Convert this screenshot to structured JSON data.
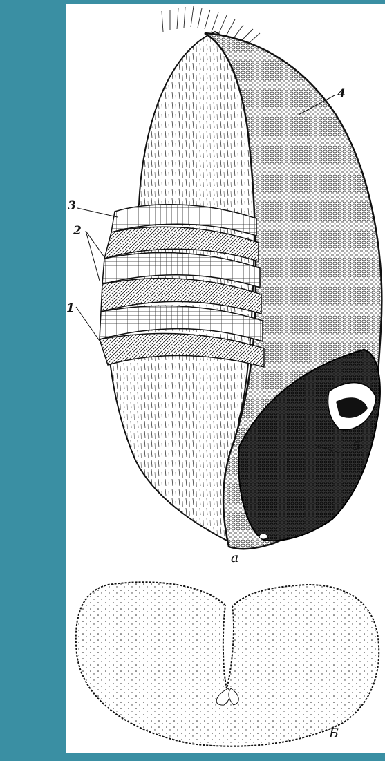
{
  "colors": {
    "frame": "#3a8fa3",
    "paper": "#ffffff",
    "ink": "#111111"
  },
  "labels": {
    "l1": "1",
    "l2": "2",
    "l3": "3",
    "l4": "4",
    "l5": "5",
    "fig_a": "a",
    "fig_b": "Б"
  }
}
